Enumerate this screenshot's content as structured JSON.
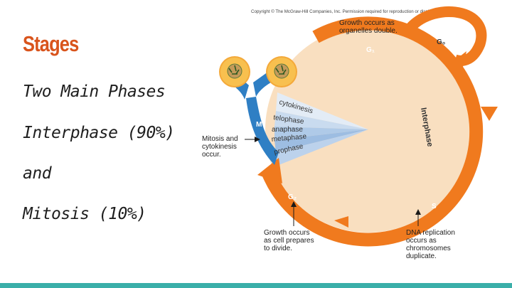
{
  "slide": {
    "title": "Stages",
    "bullets": [
      "Two Main Phases",
      "Interphase (90%)",
      "and",
      "Mitosis (10%)"
    ]
  },
  "diagram": {
    "copyright": "Copyright © The McGraw-Hill Companies, Inc. Permission required for reproduction or display.",
    "g0_label": "G₀",
    "g1_label": "G₁",
    "g2_label": "G₂",
    "s_label": "S",
    "m_label": "M",
    "interphase_label": "Interphase",
    "g1_caption": [
      "Growth occurs as",
      "organelles double."
    ],
    "g2_caption": [
      "Growth occurs",
      "as cell prepares",
      "to divide."
    ],
    "s_caption": [
      "DNA replication",
      "occurs as",
      "chromosomes",
      "duplicate."
    ],
    "m_caption": [
      "Mitosis and",
      "cytokinesis",
      "occur."
    ],
    "m_stages": [
      "cytokinesis",
      "telophase",
      "anaphase",
      "metaphase",
      "prophase"
    ],
    "colors": {
      "title": "#d9541c",
      "arrow": "#f07a1e",
      "interior": "#f9dfc0",
      "mitosis": "#2f7fc4",
      "bar": "#3aafa9"
    }
  }
}
